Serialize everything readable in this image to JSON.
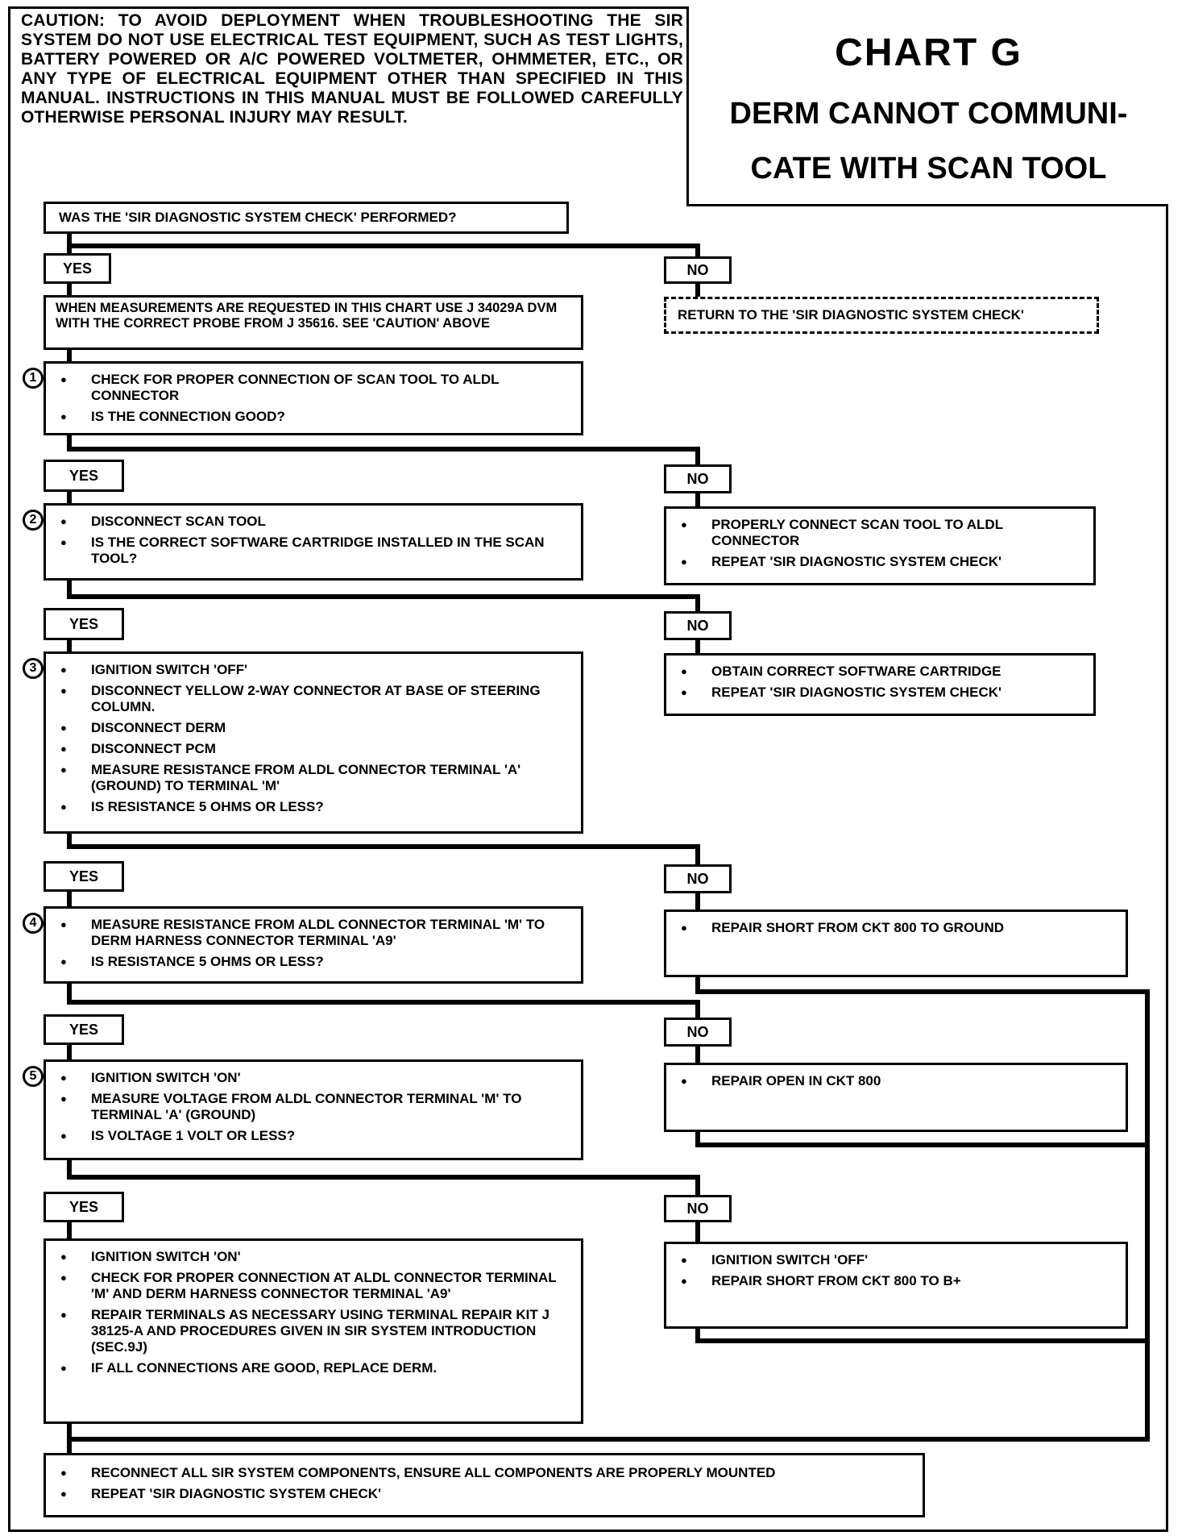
{
  "caution": "CAUTION: TO AVOID DEPLOYMENT WHEN TROUBLESHOOTING THE SIR SYSTEM DO NOT USE ELECTRICAL TEST EQUIPMENT, SUCH AS TEST LIGHTS, BATTERY POWERED OR A/C POWERED VOLTMETER, OHMMETER, ETC., OR ANY TYPE OF ELECTRICAL EQUIPMENT OTHER THAN SPECIFIED IN THIS MANUAL. INSTRUCTIONS IN THIS MANUAL MUST BE FOLLOWED CAREFULLY OTHERWISE PERSONAL INJURY MAY RESULT.",
  "title": {
    "main": "CHART G",
    "line1": "DERM CANNOT COMMUNI-",
    "line2": "CATE WITH SCAN TOOL"
  },
  "labels": {
    "yes": "YES",
    "no": "NO"
  },
  "start": {
    "question": "WAS THE 'SIR DIAGNOSTIC SYSTEM CHECK' PERFORMED?"
  },
  "no0": {
    "text": "RETURN TO THE 'SIR DIAGNOSTIC SYSTEM CHECK'"
  },
  "note": {
    "text": "WHEN MEASUREMENTS ARE REQUESTED IN THIS CHART USE J 34029A DVM WITH THE CORRECT PROBE FROM J 35616. SEE 'CAUTION' ABOVE"
  },
  "steps": [
    {
      "num": "1",
      "items": [
        "CHECK FOR PROPER CONNECTION OF SCAN TOOL TO ALDL CONNECTOR",
        "IS THE CONNECTION GOOD?"
      ]
    },
    {
      "num": "2",
      "items": [
        "DISCONNECT SCAN TOOL",
        "IS THE CORRECT SOFTWARE CARTRIDGE INSTALLED IN THE SCAN TOOL?"
      ]
    },
    {
      "num": "3",
      "items": [
        "IGNITION SWITCH 'OFF'",
        "DISCONNECT YELLOW 2-WAY CONNECTOR AT BASE OF STEERING COLUMN.",
        "DISCONNECT DERM",
        "DISCONNECT PCM",
        "MEASURE RESISTANCE FROM ALDL CONNECTOR TERMINAL 'A' (GROUND) TO TERMINAL 'M'",
        "IS RESISTANCE 5 OHMS OR LESS?"
      ]
    },
    {
      "num": "4",
      "items": [
        "MEASURE RESISTANCE FROM ALDL CONNECTOR TERMINAL 'M' TO DERM HARNESS CONNECTOR TERMINAL 'A9'",
        "IS RESISTANCE 5 OHMS OR LESS?"
      ]
    },
    {
      "num": "5",
      "items": [
        "IGNITION SWITCH 'ON'",
        "MEASURE VOLTAGE FROM ALDL CONNECTOR TERMINAL 'M' TO TERMINAL 'A' (GROUND)",
        "IS VOLTAGE 1 VOLT OR LESS?"
      ]
    }
  ],
  "no_results": [
    {
      "items": [
        "PROPERLY CONNECT SCAN TOOL TO ALDL CONNECTOR",
        "REPEAT 'SIR DIAGNOSTIC SYSTEM CHECK'"
      ]
    },
    {
      "items": [
        "OBTAIN CORRECT SOFTWARE CARTRIDGE",
        "REPEAT 'SIR DIAGNOSTIC SYSTEM CHECK'"
      ]
    },
    {
      "items": [
        "REPAIR SHORT FROM CKT 800 TO GROUND"
      ]
    },
    {
      "items": [
        "REPAIR OPEN IN CKT 800"
      ]
    },
    {
      "items": [
        "IGNITION SWITCH 'OFF'",
        "REPAIR SHORT FROM CKT 800 TO B+"
      ]
    }
  ],
  "final_yes": {
    "items": [
      "IGNITION SWITCH 'ON'",
      "CHECK FOR PROPER CONNECTION AT ALDL CONNECTOR TERMINAL 'M' AND DERM HARNESS CONNECTOR TERMINAL 'A9'",
      "REPAIR TERMINALS AS NECESSARY USING TERMINAL REPAIR KIT J 38125-A AND PROCEDURES GIVEN IN SIR SYSTEM INTRODUCTION (SEC.9J)",
      "IF ALL CONNECTIONS ARE GOOD, REPLACE DERM."
    ]
  },
  "final": {
    "items": [
      "RECONNECT ALL SIR SYSTEM COMPONENTS, ENSURE ALL COMPONENTS ARE PROPERLY MOUNTED",
      "REPEAT 'SIR DIAGNOSTIC SYSTEM CHECK'"
    ]
  }
}
